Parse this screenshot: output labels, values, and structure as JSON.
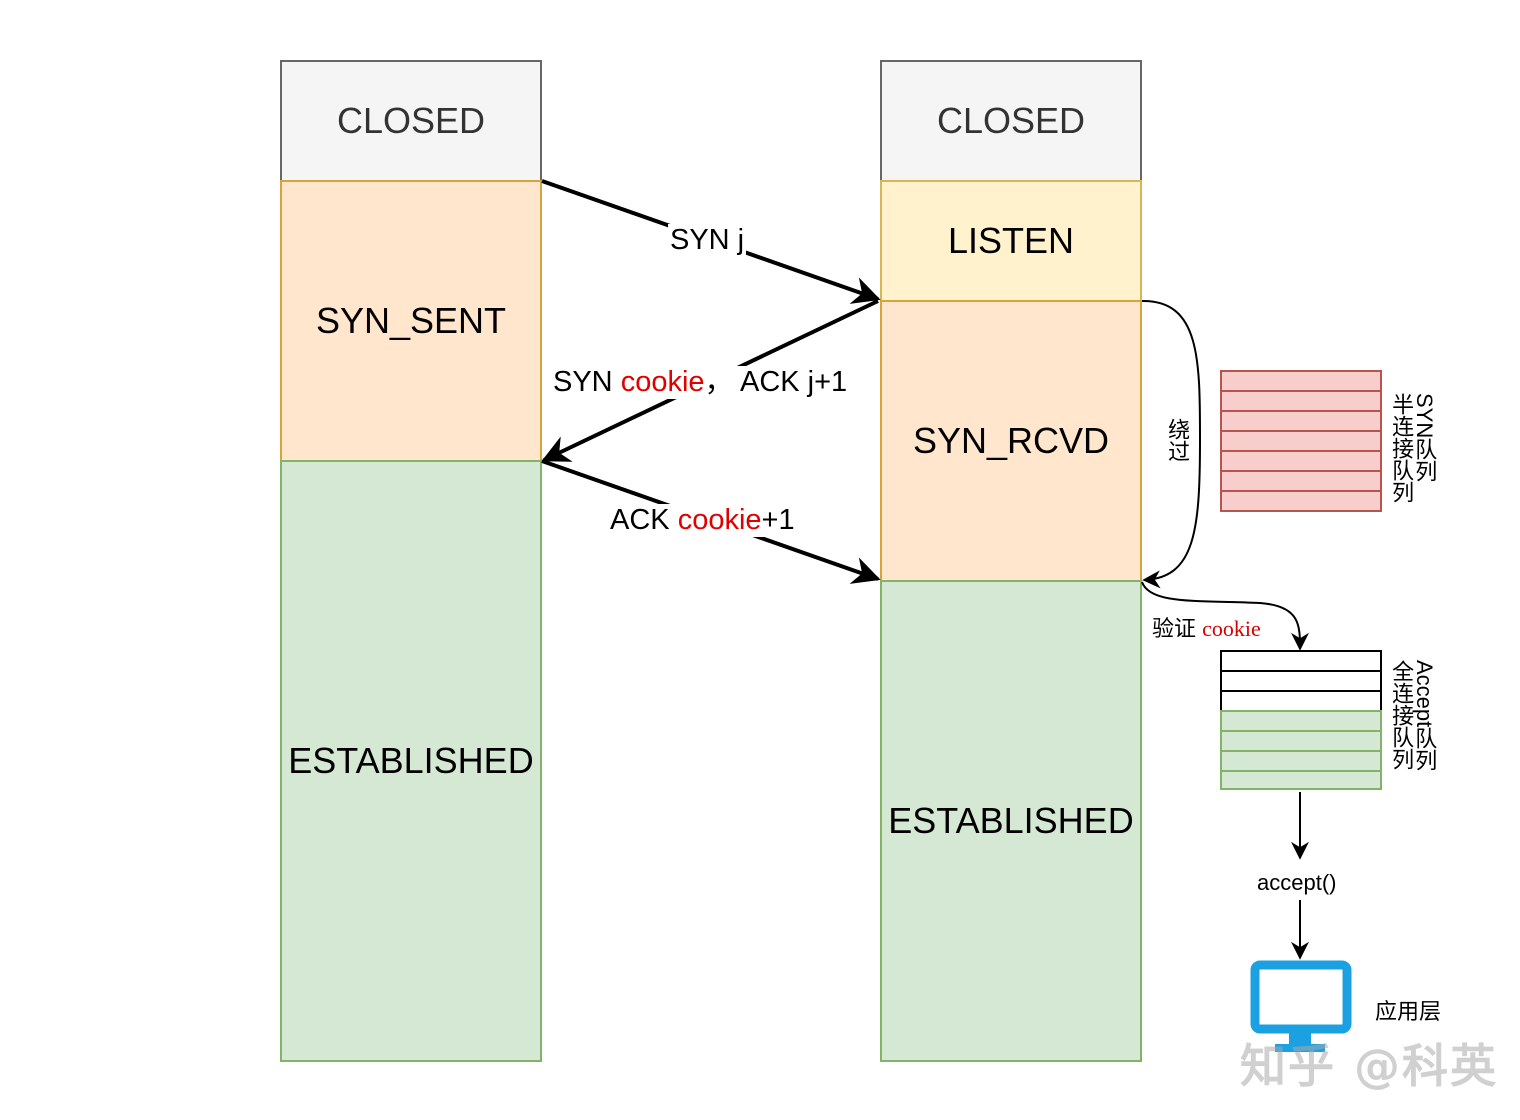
{
  "client": {
    "states": [
      "CLOSED",
      "SYN_SENT",
      "ESTABLISHED"
    ]
  },
  "server": {
    "states": [
      "CLOSED",
      "LISTEN",
      "SYN_RCVD",
      "ESTABLISHED"
    ]
  },
  "messages": {
    "syn": "SYN j",
    "synack_prefix": "SYN ",
    "synack_cookie": "cookie",
    "synack_suffix": "，  ACK j+1",
    "ack_prefix": "ACK ",
    "ack_cookie": "cookie",
    "ack_suffix": "+1"
  },
  "bypass_label": "绕过",
  "verify": {
    "prefix": "验证 ",
    "cookie": "cookie"
  },
  "syn_queue": {
    "title": "SYN队列",
    "subtitle": "半连接队列",
    "rows": 7,
    "filled": 7
  },
  "accept_queue": {
    "title": "Accept队列",
    "subtitle": "全连接队列",
    "rows": 7,
    "empty_rows": 3,
    "filled_rows": 4
  },
  "accept_call": "accept()",
  "app_layer": {
    "label": "应用层",
    "icon": "monitor-icon"
  },
  "watermark": "知乎 @科英",
  "colors": {
    "closed": "#f5f5f5",
    "syn_state": "#ffe6cc",
    "listen": "#fff2cc",
    "established": "#d5e8d4",
    "syn_queue": "#f8cecc",
    "cookie_red": "#e00000",
    "monitor": "#1ba1e2"
  }
}
